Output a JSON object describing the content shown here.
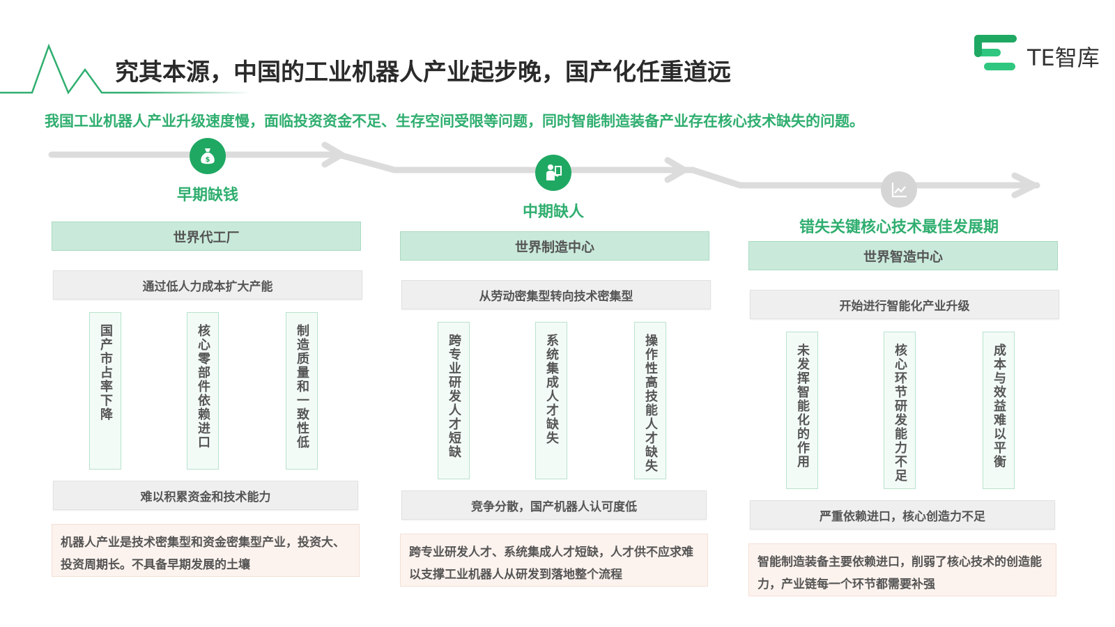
{
  "title": "究其本源，中国的工业机器人产业起步晚，国产化任重道远",
  "subtitle": "我国工业机器人产业升级速度慢，面临投资资金不足、生存空间受限等问题，同时智能制造装备产业存在核心技术缺失的问题。",
  "brand": {
    "text": "TE智库",
    "color": "#2fc77f"
  },
  "colors": {
    "accent": "#2fae6f",
    "accent_dark": "#1fa862",
    "light_green": "#c9eadb",
    "pink": "#fdf3ee"
  },
  "stages": [
    {
      "label": "早期缺钱",
      "icon": "money-bag-icon",
      "header": "世界代工厂",
      "strategy": "通过低人力成本扩大产能",
      "factors": [
        "国产市占率下降",
        "核心零部件依赖进口",
        "制造质量和一致性低"
      ],
      "result": "难以积累资金和技术能力",
      "description": "机器人产业是技术密集型和资金密集型产业，投资大、投资周期长。不具备早期发展的土壤"
    },
    {
      "label": "中期缺人",
      "icon": "engineer-icon",
      "header": "世界制造中心",
      "strategy": "从劳动密集型转向技术密集型",
      "factors": [
        "跨专业研发人才短缺",
        "系统集成人才缺失",
        "操作性高技能人才缺失"
      ],
      "result": "竞争分散，国产机器人认可度低",
      "description": "跨专业研发人才、系统集成人才短缺，人才供不应求难以支撑工业机器人从研发到落地整个流程"
    },
    {
      "label": "错失关键核心技术最佳发展期",
      "icon": "line-chart-icon",
      "header": "世界智造中心",
      "strategy": "开始进行智能化产业升级",
      "factors": [
        "未发挥智能化的作用",
        "核心环节研发能力不足",
        "成本与效益难以平衡"
      ],
      "result": "严重依赖进口，核心创造力不足",
      "description": "智能制造装备主要依赖进口，削弱了核心技术的创造能力，产业链每一个环节都需要补强"
    }
  ]
}
